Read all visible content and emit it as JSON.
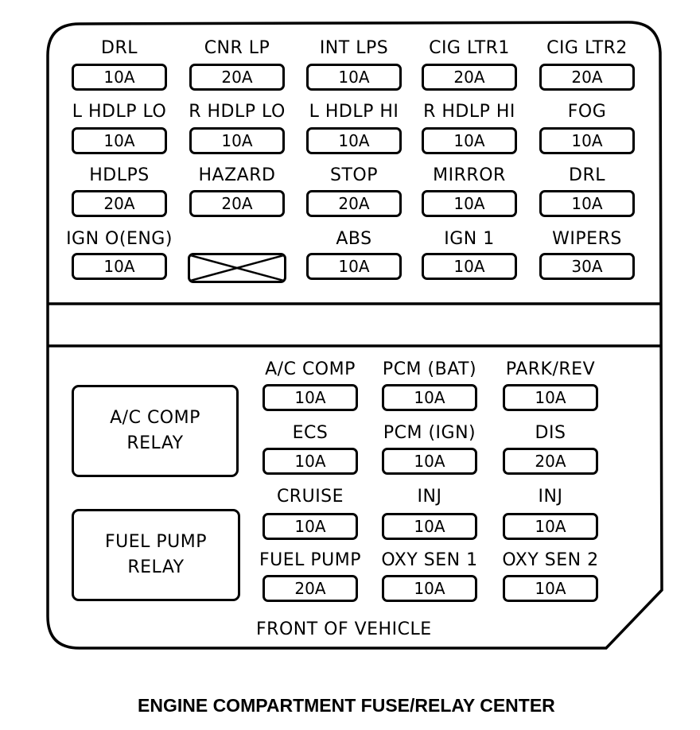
{
  "upper_fuses": [
    [
      {
        "label": "DRL",
        "rating": "10A"
      },
      {
        "label": "CNR LP",
        "rating": "20A"
      },
      {
        "label": "INT LPS",
        "rating": "10A"
      },
      {
        "label": "CIG LTR1",
        "rating": "20A"
      },
      {
        "label": "CIG LTR2",
        "rating": "20A"
      }
    ],
    [
      {
        "label": "L HDLP LO",
        "rating": "10A"
      },
      {
        "label": "R HDLP LO",
        "rating": "10A"
      },
      {
        "label": "L HDLP HI",
        "rating": "10A"
      },
      {
        "label": "R HDLP HI",
        "rating": "10A"
      },
      {
        "label": "FOG",
        "rating": "10A"
      }
    ],
    [
      {
        "label": "HDLPS",
        "rating": "20A"
      },
      {
        "label": "HAZARD",
        "rating": "20A"
      },
      {
        "label": "STOP",
        "rating": "20A"
      },
      {
        "label": "MIRROR",
        "rating": "10A"
      },
      {
        "label": "DRL",
        "rating": "10A"
      }
    ],
    [
      {
        "label": "IGN O(ENG)",
        "rating": "10A"
      },
      null,
      {
        "label": "ABS",
        "rating": "10A"
      },
      {
        "label": "IGN 1",
        "rating": "10A"
      },
      {
        "label": "WIPERS",
        "rating": "30A"
      }
    ]
  ],
  "lower_fuses": [
    [
      {
        "label": "A/C COMP",
        "rating": "10A"
      },
      {
        "label": "PCM (BAT)",
        "rating": "10A"
      },
      {
        "label": "PARK/REV",
        "rating": "10A"
      }
    ],
    [
      {
        "label": "ECS",
        "rating": "10A"
      },
      {
        "label": "PCM (IGN)",
        "rating": "10A"
      },
      {
        "label": "DIS",
        "rating": "20A"
      }
    ],
    [
      {
        "label": "CRUISE",
        "rating": "10A"
      },
      {
        "label": "INJ",
        "rating": "10A"
      },
      {
        "label": "INJ",
        "rating": "10A"
      }
    ],
    [
      {
        "label": "FUEL PUMP",
        "rating": "20A"
      },
      {
        "label": "OXY SEN 1",
        "rating": "10A"
      },
      {
        "label": "OXY SEN 2",
        "rating": "10A"
      }
    ]
  ],
  "relays": [
    {
      "line1": "A/C COMP",
      "line2": "RELAY"
    },
    {
      "line1": "FUEL PUMP",
      "line2": "RELAY"
    }
  ],
  "footer": "FRONT OF VEHICLE",
  "caption": "ENGINE COMPARTMENT FUSE/RELAY CENTER"
}
